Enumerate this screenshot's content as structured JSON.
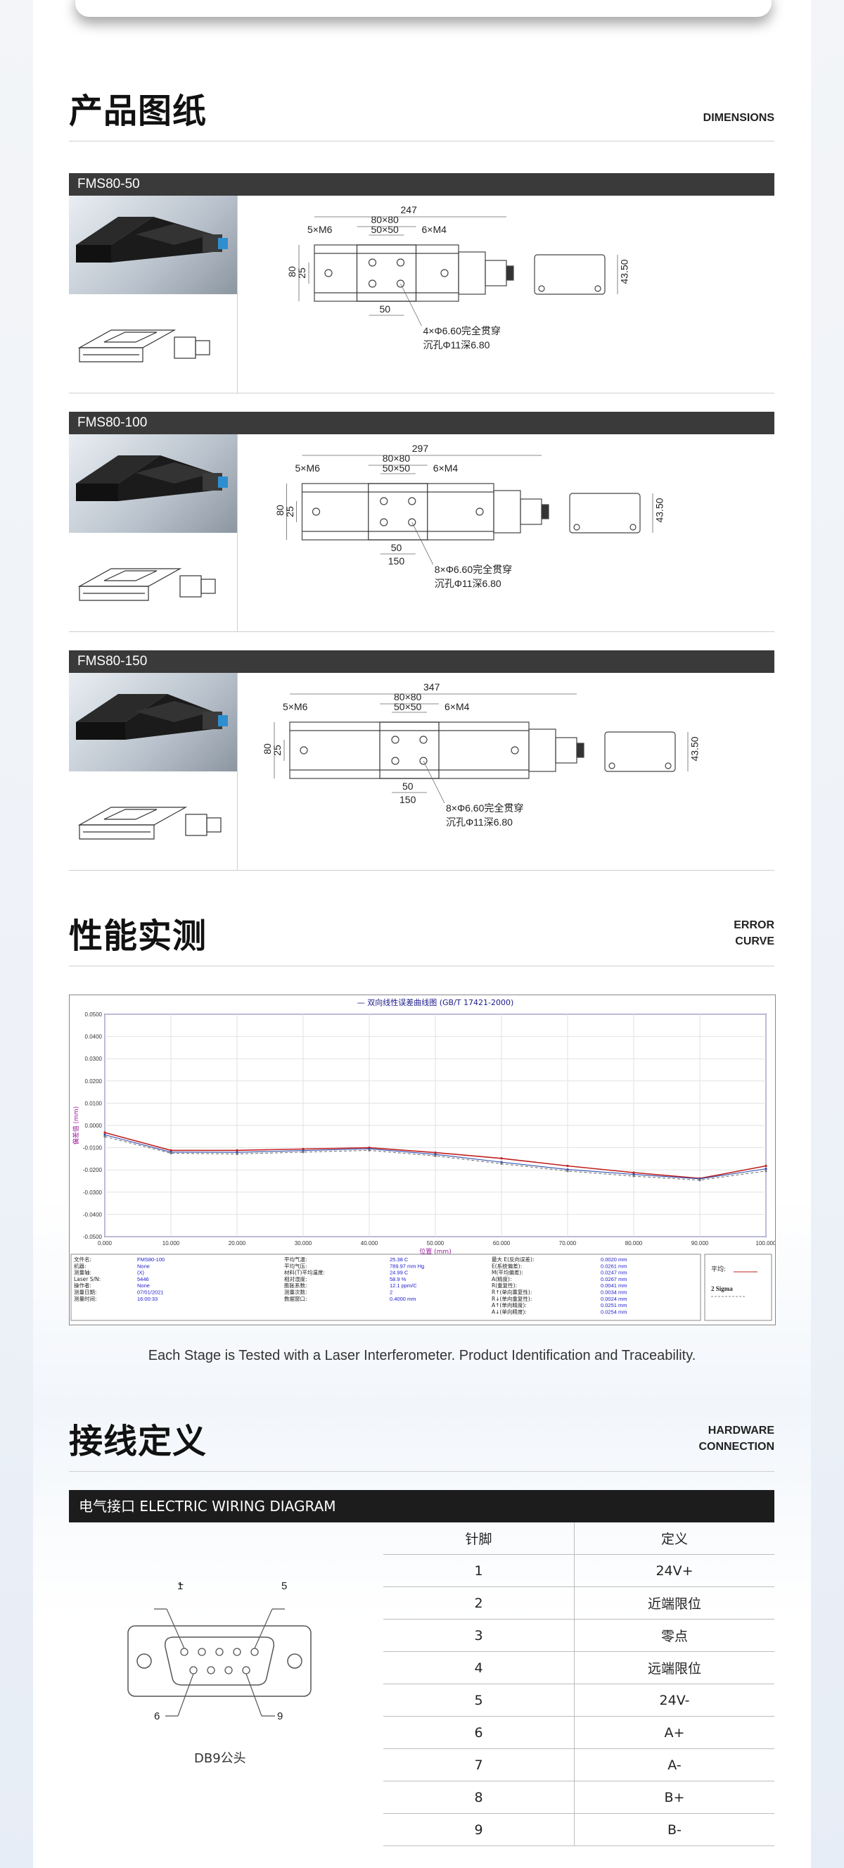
{
  "sections": {
    "dimensions": {
      "title": "产品图纸",
      "en": "DIMENSIONS"
    },
    "performance": {
      "title": "性能实测",
      "en_line1": "ERROR",
      "en_line2": "CURVE"
    },
    "hardware": {
      "title": "接线定义",
      "en_line1": "HARDWARE",
      "en_line2": "CONNECTION"
    }
  },
  "models": [
    {
      "name": "FMS80-50",
      "length": "247",
      "holes": "4×Φ6.60完全贯穿",
      "pitch2": ""
    },
    {
      "name": "FMS80-100",
      "length": "297",
      "holes": "8×Φ6.60完全贯穿",
      "pitch2": "150"
    },
    {
      "name": "FMS80-150",
      "length": "347",
      "holes": "8×Φ6.60完全贯穿",
      "pitch2": "150"
    }
  ],
  "dims": {
    "center": "80×80",
    "inner": "50×50",
    "m6": "5×M6",
    "m4": "6×M4",
    "height": "80",
    "h25": "25",
    "pitch": "50",
    "counterbore": "沉孔Φ11深6.80",
    "motor_h": "43.50"
  },
  "caption": "Each Stage is Tested with a Laser Interferometer. Product Identification and Traceability.",
  "wiring": {
    "title": "电气接口 ELECTRIC  WIRING  DIAGRAM",
    "col_pin": "针脚",
    "col_def": "定义",
    "connector": "DB9公头",
    "pins": [
      {
        "pin": "1",
        "def": "24V+"
      },
      {
        "pin": "2",
        "def": "近端限位"
      },
      {
        "pin": "3",
        "def": "零点"
      },
      {
        "pin": "4",
        "def": "远端限位"
      },
      {
        "pin": "5",
        "def": "24V-"
      },
      {
        "pin": "6",
        "def": "A+"
      },
      {
        "pin": "7",
        "def": "A-"
      },
      {
        "pin": "8",
        "def": "B+"
      },
      {
        "pin": "9",
        "def": "B-"
      }
    ]
  },
  "chart_data": {
    "type": "line",
    "title": "双向线性误差曲线图",
    "standard": "(GB/T 17421-2000)",
    "xlabel": "位置 (mm)",
    "ylabel": "偏差值 (mm)",
    "xlim": [
      0,
      100
    ],
    "ylim": [
      -0.05,
      0.05
    ],
    "x_ticks": [
      "0.000",
      "10.000",
      "20.000",
      "30.000",
      "40.000",
      "50.000",
      "60.000",
      "70.000",
      "80.000",
      "90.000",
      "100.000"
    ],
    "y_ticks": [
      "0.0500",
      "0.0400",
      "0.0300",
      "0.0200",
      "0.0100",
      "0.0000",
      "-0.0100",
      "-0.0200",
      "-0.0300",
      "-0.0400",
      "-0.0500"
    ],
    "series": [
      {
        "color": "#c02020",
        "x": [
          0,
          10,
          20,
          30,
          40,
          50,
          60,
          70,
          80,
          90,
          100
        ],
        "y": [
          -0.0032,
          -0.0112,
          -0.0112,
          -0.0106,
          -0.01,
          -0.0122,
          -0.0148,
          -0.0182,
          -0.0212,
          -0.0238,
          -0.0182
        ]
      },
      {
        "color": "#3050b0",
        "x": [
          0,
          10,
          20,
          30,
          40,
          50,
          60,
          70,
          80,
          90,
          100
        ],
        "y": [
          -0.0042,
          -0.012,
          -0.0121,
          -0.0113,
          -0.0105,
          -0.013,
          -0.0165,
          -0.0198,
          -0.022,
          -0.024,
          -0.0195
        ]
      },
      {
        "color": "#777777",
        "x": [
          0,
          10,
          20,
          30,
          40,
          50,
          60,
          70,
          80,
          90,
          100
        ],
        "y": [
          -0.005,
          -0.0125,
          -0.0128,
          -0.012,
          -0.0112,
          -0.0137,
          -0.0172,
          -0.0205,
          -0.0228,
          -0.0246,
          -0.0205
        ]
      }
    ],
    "info_col1": [
      [
        "文件名:",
        "FMS80-100"
      ],
      [
        "机器:",
        "None"
      ],
      [
        "测量轴:",
        "(X)"
      ],
      [
        "Laser S/N:",
        "5446"
      ],
      [
        "操作者:",
        "None"
      ],
      [
        "测量日期:",
        "07/01/2021"
      ],
      [
        "测量时间:",
        "16:00:33"
      ]
    ],
    "info_col2": [
      [
        "平均气温:",
        "25.38 C"
      ],
      [
        "平均气压:",
        "789.97 mm Hg"
      ],
      [
        "材料(T)平均温度:",
        "24.99 C"
      ],
      [
        "相对湿度:",
        "58.9 %"
      ],
      [
        "膨胀系数:",
        "12.1 ppm/C"
      ],
      [
        "测量次数:",
        "2"
      ],
      [
        "数据窗口:",
        "0.4000 mm"
      ]
    ],
    "info_col3": [
      [
        "最大 E(反向误差):",
        "0.0020 mm"
      ],
      [
        "E(系统偏差):",
        "0.0261 mm"
      ],
      [
        "M(平均偏差):",
        "0.0247 mm"
      ],
      [
        "A(精度):",
        "0.0267 mm"
      ],
      [
        "R(重复性):",
        "0.0041 mm"
      ],
      [
        "R↑(单向重复性):",
        "0.0034 mm"
      ],
      [
        "R↓(单向重复性):",
        "0.0024 mm"
      ],
      [
        "A↑(单向精度):",
        "0.0251 mm"
      ],
      [
        "A↓(单向精度):",
        "0.0254 mm"
      ]
    ],
    "legend_avg": "平均:",
    "legend_sigma": "2 Sigma"
  }
}
